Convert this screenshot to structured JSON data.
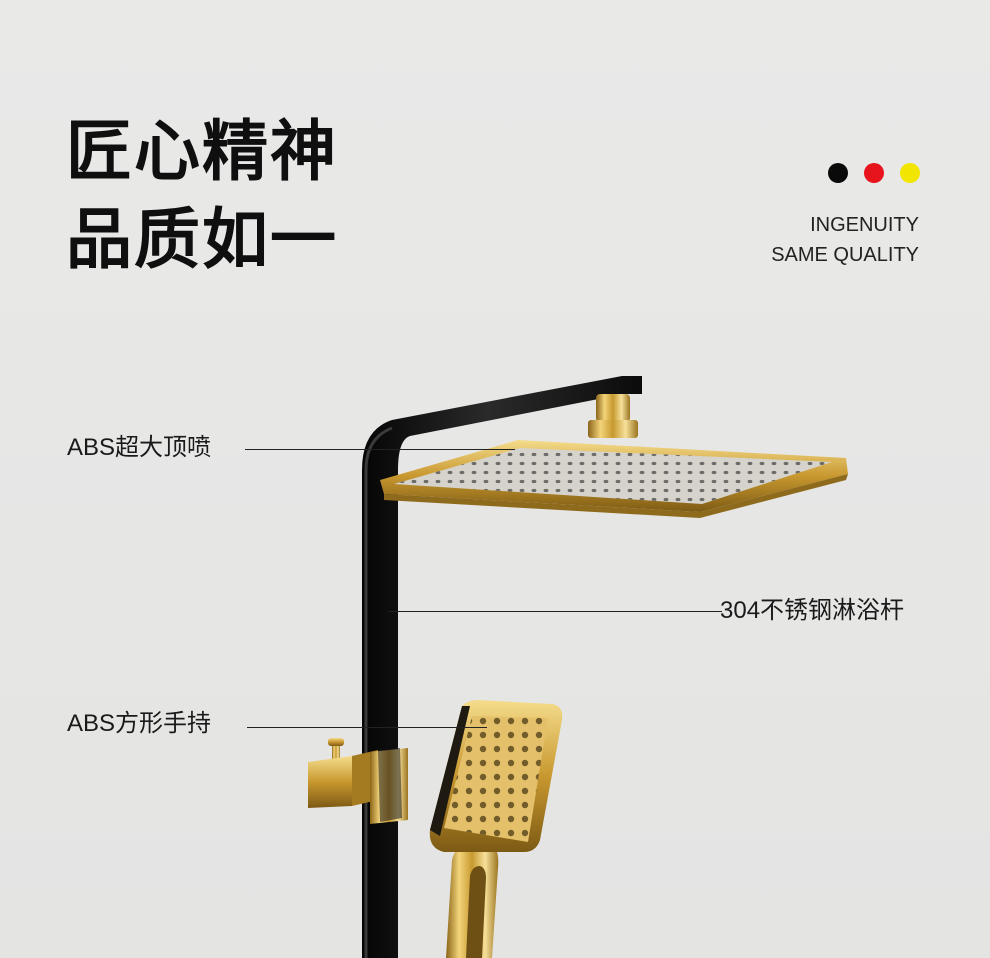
{
  "headline": {
    "line1": "匠心精神",
    "line2": "品质如一"
  },
  "tagline": {
    "line1": "INGENUITY",
    "line2": "SAME QUALITY"
  },
  "flag_dots": [
    {
      "color": "#0a0a0a"
    },
    {
      "color": "#e8141b"
    },
    {
      "color": "#f2e600"
    }
  ],
  "callouts": {
    "top_spray": "ABS超大顶喷",
    "rod": "304不锈钢淋浴杆",
    "handheld": "ABS方形手持"
  },
  "colors": {
    "background": "#e7e7e6",
    "pipe": "#141414",
    "gold": "#d9b24a",
    "spray_face": "#d5d3cc"
  }
}
